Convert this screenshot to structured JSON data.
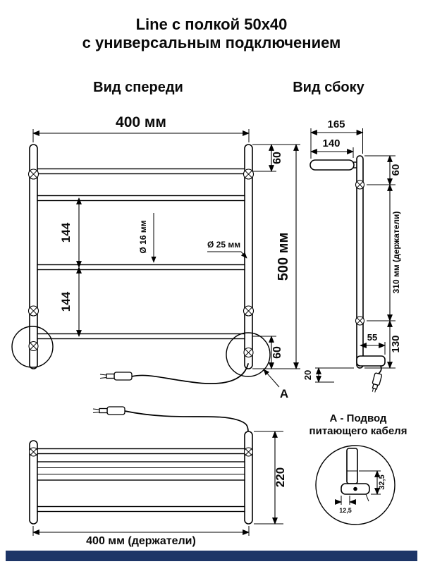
{
  "title": {
    "line1": "Line с полкой 50x40",
    "line2": "с универсальным подключением"
  },
  "views": {
    "front_label": "Вид спереди",
    "side_label": "Вид сбоку"
  },
  "front_view": {
    "width_top": "400 мм",
    "offset_top": "60",
    "height_total": "500 мм",
    "offset_bottom": "60",
    "bar_gap_1": "144",
    "bar_gap_2": "144",
    "tube_diameter": "Ø 16 мм",
    "post_diameter": "Ø 25 мм",
    "cable_point_label": "А",
    "shelf_height": "220",
    "holders_width": "400 мм (держатели)"
  },
  "side_view": {
    "depth_total": "165",
    "shelf_depth": "140",
    "offset_top": "60",
    "holders_span": "310 мм (держатели)",
    "bottom_section": "130",
    "bracket_offset": "55",
    "bottom_clearance": "20"
  },
  "note": {
    "line1": "А - Подвод",
    "line2": "питающего кабеля"
  },
  "detail": {
    "dim_vertical": "32,5",
    "dim_horizontal": "12,5"
  },
  "colors": {
    "line": "#000000",
    "footer": "#1d3567"
  }
}
